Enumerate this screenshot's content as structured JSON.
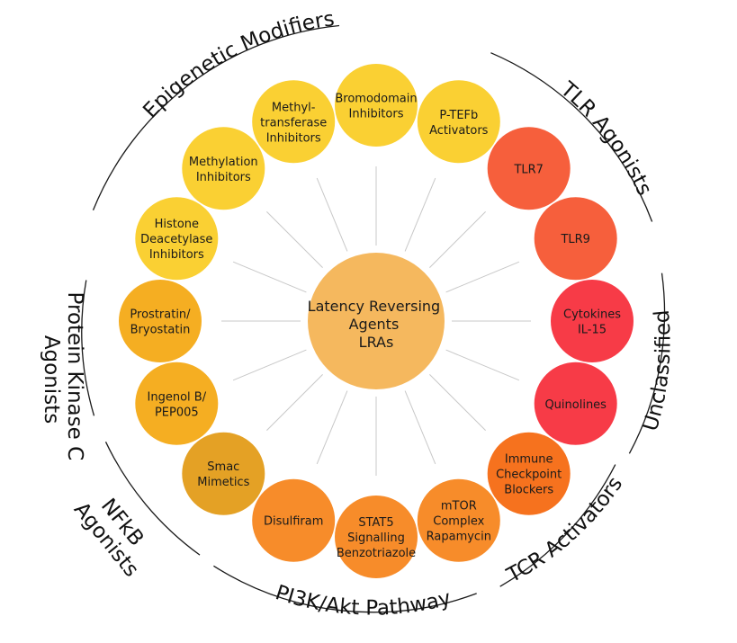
{
  "center": {
    "lines": [
      "Latency Reversing",
      "Agents",
      "LRAs"
    ],
    "color": "#f5b85e"
  },
  "nodes": [
    {
      "id": "bromodomain",
      "lines": [
        "Bromodomain",
        "Inhibitors"
      ],
      "color": "#fad033"
    },
    {
      "id": "ptefb",
      "lines": [
        "P-TEFb",
        "Activators"
      ],
      "color": "#fad033"
    },
    {
      "id": "tlr7",
      "lines": [
        "TLR7"
      ],
      "color": "#f65f3c"
    },
    {
      "id": "tlr9",
      "lines": [
        "TLR9"
      ],
      "color": "#f65f3c"
    },
    {
      "id": "cytokines",
      "lines": [
        "Cytokines",
        "IL-15"
      ],
      "color": "#f73b47"
    },
    {
      "id": "quinolines",
      "lines": [
        "Quinolines"
      ],
      "color": "#f73b47"
    },
    {
      "id": "immune-checkpoint",
      "lines": [
        "Immune",
        "Checkpoint",
        "Blockers"
      ],
      "color": "#f6721e"
    },
    {
      "id": "mtor",
      "lines": [
        "mTOR",
        "Complex",
        "Rapamycin"
      ],
      "color": "#f78c2a"
    },
    {
      "id": "stat5",
      "lines": [
        "STAT5",
        "Signalling",
        "Benzotriazole"
      ],
      "color": "#f78c2a"
    },
    {
      "id": "disulfiram",
      "lines": [
        "Disulfiram"
      ],
      "color": "#f78c2a"
    },
    {
      "id": "smac",
      "lines": [
        "Smac",
        "Mimetics"
      ],
      "color": "#e4a125"
    },
    {
      "id": "ingenol",
      "lines": [
        "Ingenol B/",
        "PEP005"
      ],
      "color": "#f5ae22"
    },
    {
      "id": "prostratin",
      "lines": [
        "Prostratin/",
        "Bryostatin"
      ],
      "color": "#f5ae22"
    },
    {
      "id": "histone",
      "lines": [
        "Histone",
        "Deacetylase",
        "Inhibitors"
      ],
      "color": "#fad033"
    },
    {
      "id": "methylation",
      "lines": [
        "Methylation",
        "Inhibitors"
      ],
      "color": "#fad033"
    },
    {
      "id": "methyltransferase",
      "lines": [
        "Methyl-",
        "transferase",
        "Inhibitors"
      ],
      "color": "#fad033"
    }
  ],
  "categories": [
    {
      "id": "epigenetic-modifiers",
      "label": "Epigenetic Modifiers"
    },
    {
      "id": "tlr-agonists",
      "label": "TLR Agonists"
    },
    {
      "id": "unclassified",
      "label": "Unclassified"
    },
    {
      "id": "tcr-activators",
      "label": "TCR Activators"
    },
    {
      "id": "pi3k-akt-pathway",
      "label": "PI3K/Akt Pathway"
    },
    {
      "id": "nfkb-agonists",
      "lines": [
        "NFkB",
        "Agonists"
      ]
    },
    {
      "id": "protein-kinase-c-agonists",
      "lines": [
        "Protein Kinase C",
        "Agonists"
      ]
    }
  ]
}
